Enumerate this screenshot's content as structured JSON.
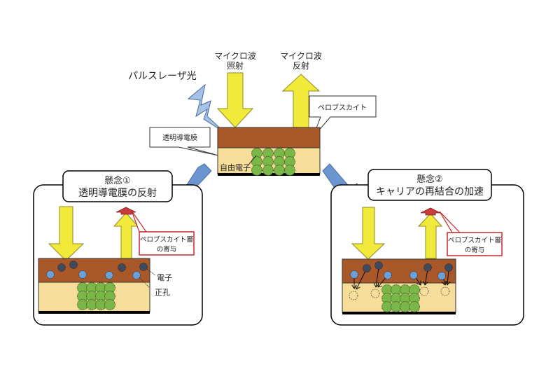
{
  "labels": {
    "pulse_laser": "パルスレーザ光",
    "microwave_in_line1": "マイクロ波",
    "microwave_in_line2": "照射",
    "microwave_out_line1": "マイクロ波",
    "microwave_out_line2": "反射",
    "perovskite": "ペロブスカイト",
    "transparent_film": "透明導電膜",
    "free_electron": "自由電子"
  },
  "concern1": {
    "title_line1": "懸念①",
    "title_line2": "透明導電膜の反射",
    "callout_line1": "ペロブスカイト層",
    "callout_line2": "の寄与",
    "electron_label": "電子",
    "hole_label": "正孔"
  },
  "concern2": {
    "title_line1": "懸念②",
    "title_line2": "キャリアの再結合の加速",
    "callout_line1": "ペロブスカイト層",
    "callout_line2": "の寄与"
  },
  "colors": {
    "perovskite_layer": "#a9582a",
    "film_layer": "#f7dd9a",
    "free_electron": "#7ab648",
    "electron": "#3f4a5e",
    "hole": "#6a9fd8",
    "microwave_arrow": "#f2ea3a",
    "laser": "#a4c2e6",
    "flow_arrow": "#6b95cf",
    "perovskite_contribution": "#cc3b3b",
    "callout_border": "#c62828"
  }
}
